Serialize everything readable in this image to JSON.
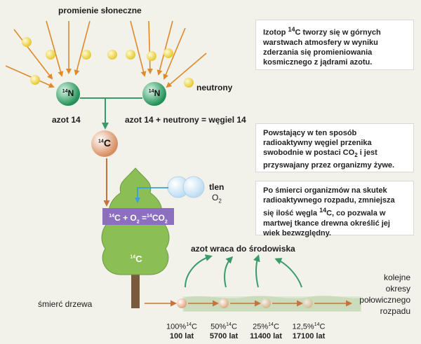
{
  "labels": {
    "sun_rays": "promienie słoneczne",
    "neutrons": "neutrony",
    "nitrogen14": "azot 14",
    "reaction": "azot 14 + neutrony = węgiel 14",
    "oxygen": "tlen",
    "oxygen_formula_base": "O",
    "oxygen_formula_sub": "2",
    "nitrogen_returns": "azot wraca do środowiska",
    "tree_death": "śmierć drzewa",
    "half_lives_1": "kolejne",
    "half_lives_2": "okresy",
    "half_lives_3": "połowicznego",
    "half_lives_4": "rozpadu"
  },
  "atoms": {
    "nitrogen_sup": "14",
    "nitrogen_sym": "N",
    "carbon_sup": "14",
    "carbon_sym": "C",
    "tree_sup": "14",
    "tree_sym": "C"
  },
  "equation": {
    "c_sup": "14",
    "c": "C + O",
    "o_sub": "2",
    "eq": " =",
    "co2_sup": "14",
    "co2": "CO",
    "co2_sub": "2"
  },
  "info_boxes": {
    "box1": {
      "pre": "Izotop ",
      "sup": "14",
      "post": "C tworzy się w górnych warstwach atmosfery w wyniku zderzania się promieniowania kosmicznego z jądrami azotu."
    },
    "box2": {
      "pre": "Powstający w ten sposób radioaktywny węgiel przenika swobodnie w postaci CO",
      "sub": "2",
      "post": " i jest przyswajany przez organizmy żywe."
    },
    "box3": {
      "pre": "Po śmierci organizmów na skutek radioaktywnego rozpadu, zmniejsza się ilość węgla ",
      "sup": "14",
      "post": "C, co pozwala w martwej tkance drewna określić jej wiek bezwzględny."
    }
  },
  "timeline": [
    {
      "pct": "100%",
      "sup": "14",
      "el": "C",
      "years": "100 lat"
    },
    {
      "pct": "50%",
      "sup": "14",
      "el": "C",
      "years": "5700 lat"
    },
    {
      "pct": "25%",
      "sup": "14",
      "el": "C",
      "years": "11400 lat"
    },
    {
      "pct": "12,5%",
      "sup": "14",
      "el": "C",
      "years": "17100 lat"
    }
  ],
  "colors": {
    "background": "#f2f1ea",
    "ray_arrow": "#e08a2a",
    "sun_ball": "#f3e45a",
    "nitrogen": "#2fa36a",
    "carbon": "#e0a07a",
    "process_arrow": "#c8733e",
    "green_arrow": "#3a9a6a",
    "tree": "#8bbf55",
    "oxygen": "#cfe8f8",
    "equation_box": "#8c6fbf"
  }
}
